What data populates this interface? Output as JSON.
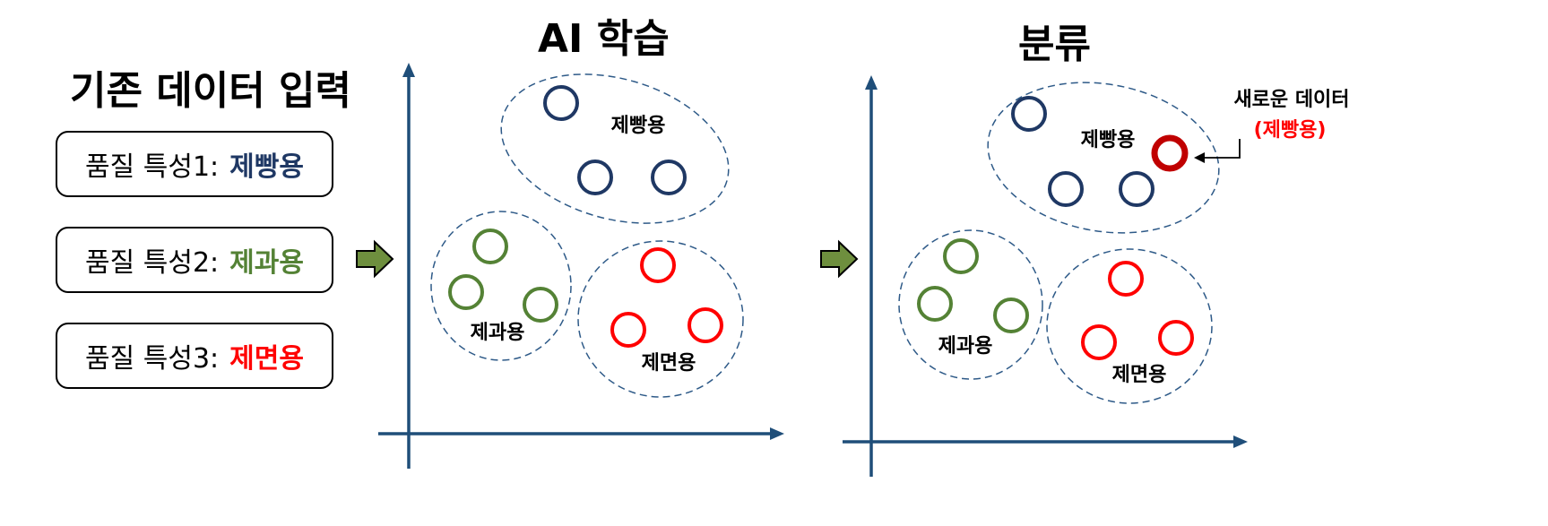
{
  "input_section": {
    "title": "기존 데이터 입력",
    "features": [
      {
        "label": "품질 특성1:",
        "value": "제빵용",
        "color": "#1F3864"
      },
      {
        "label": "품질 특성2:",
        "value": "제과용",
        "color": "#548235"
      },
      {
        "label": "품질 특성3:",
        "value": "제면용",
        "color": "#FF0000"
      }
    ]
  },
  "training_panel": {
    "title": "AI 학습",
    "cluster_labels": {
      "bread": "제빵용",
      "confectionery": "제과용",
      "noodle": "제면용"
    }
  },
  "classification_panel": {
    "title": "분류",
    "cluster_labels": {
      "bread": "제빵용",
      "confectionery": "제과용",
      "noodle": "제면용"
    },
    "new_data_label": "새로운 데이터",
    "new_data_result": "(제빵용)"
  },
  "colors": {
    "bread": "#1F3864",
    "confectionery": "#548235",
    "noodle": "#FF0000",
    "new_point": "#C00000",
    "axis": "#1F4E79",
    "ellipse": "#2E5A88",
    "arrow_fill": "#6E8F3E"
  },
  "icons": {
    "flow_arrow": "right-block-arrow-icon"
  }
}
